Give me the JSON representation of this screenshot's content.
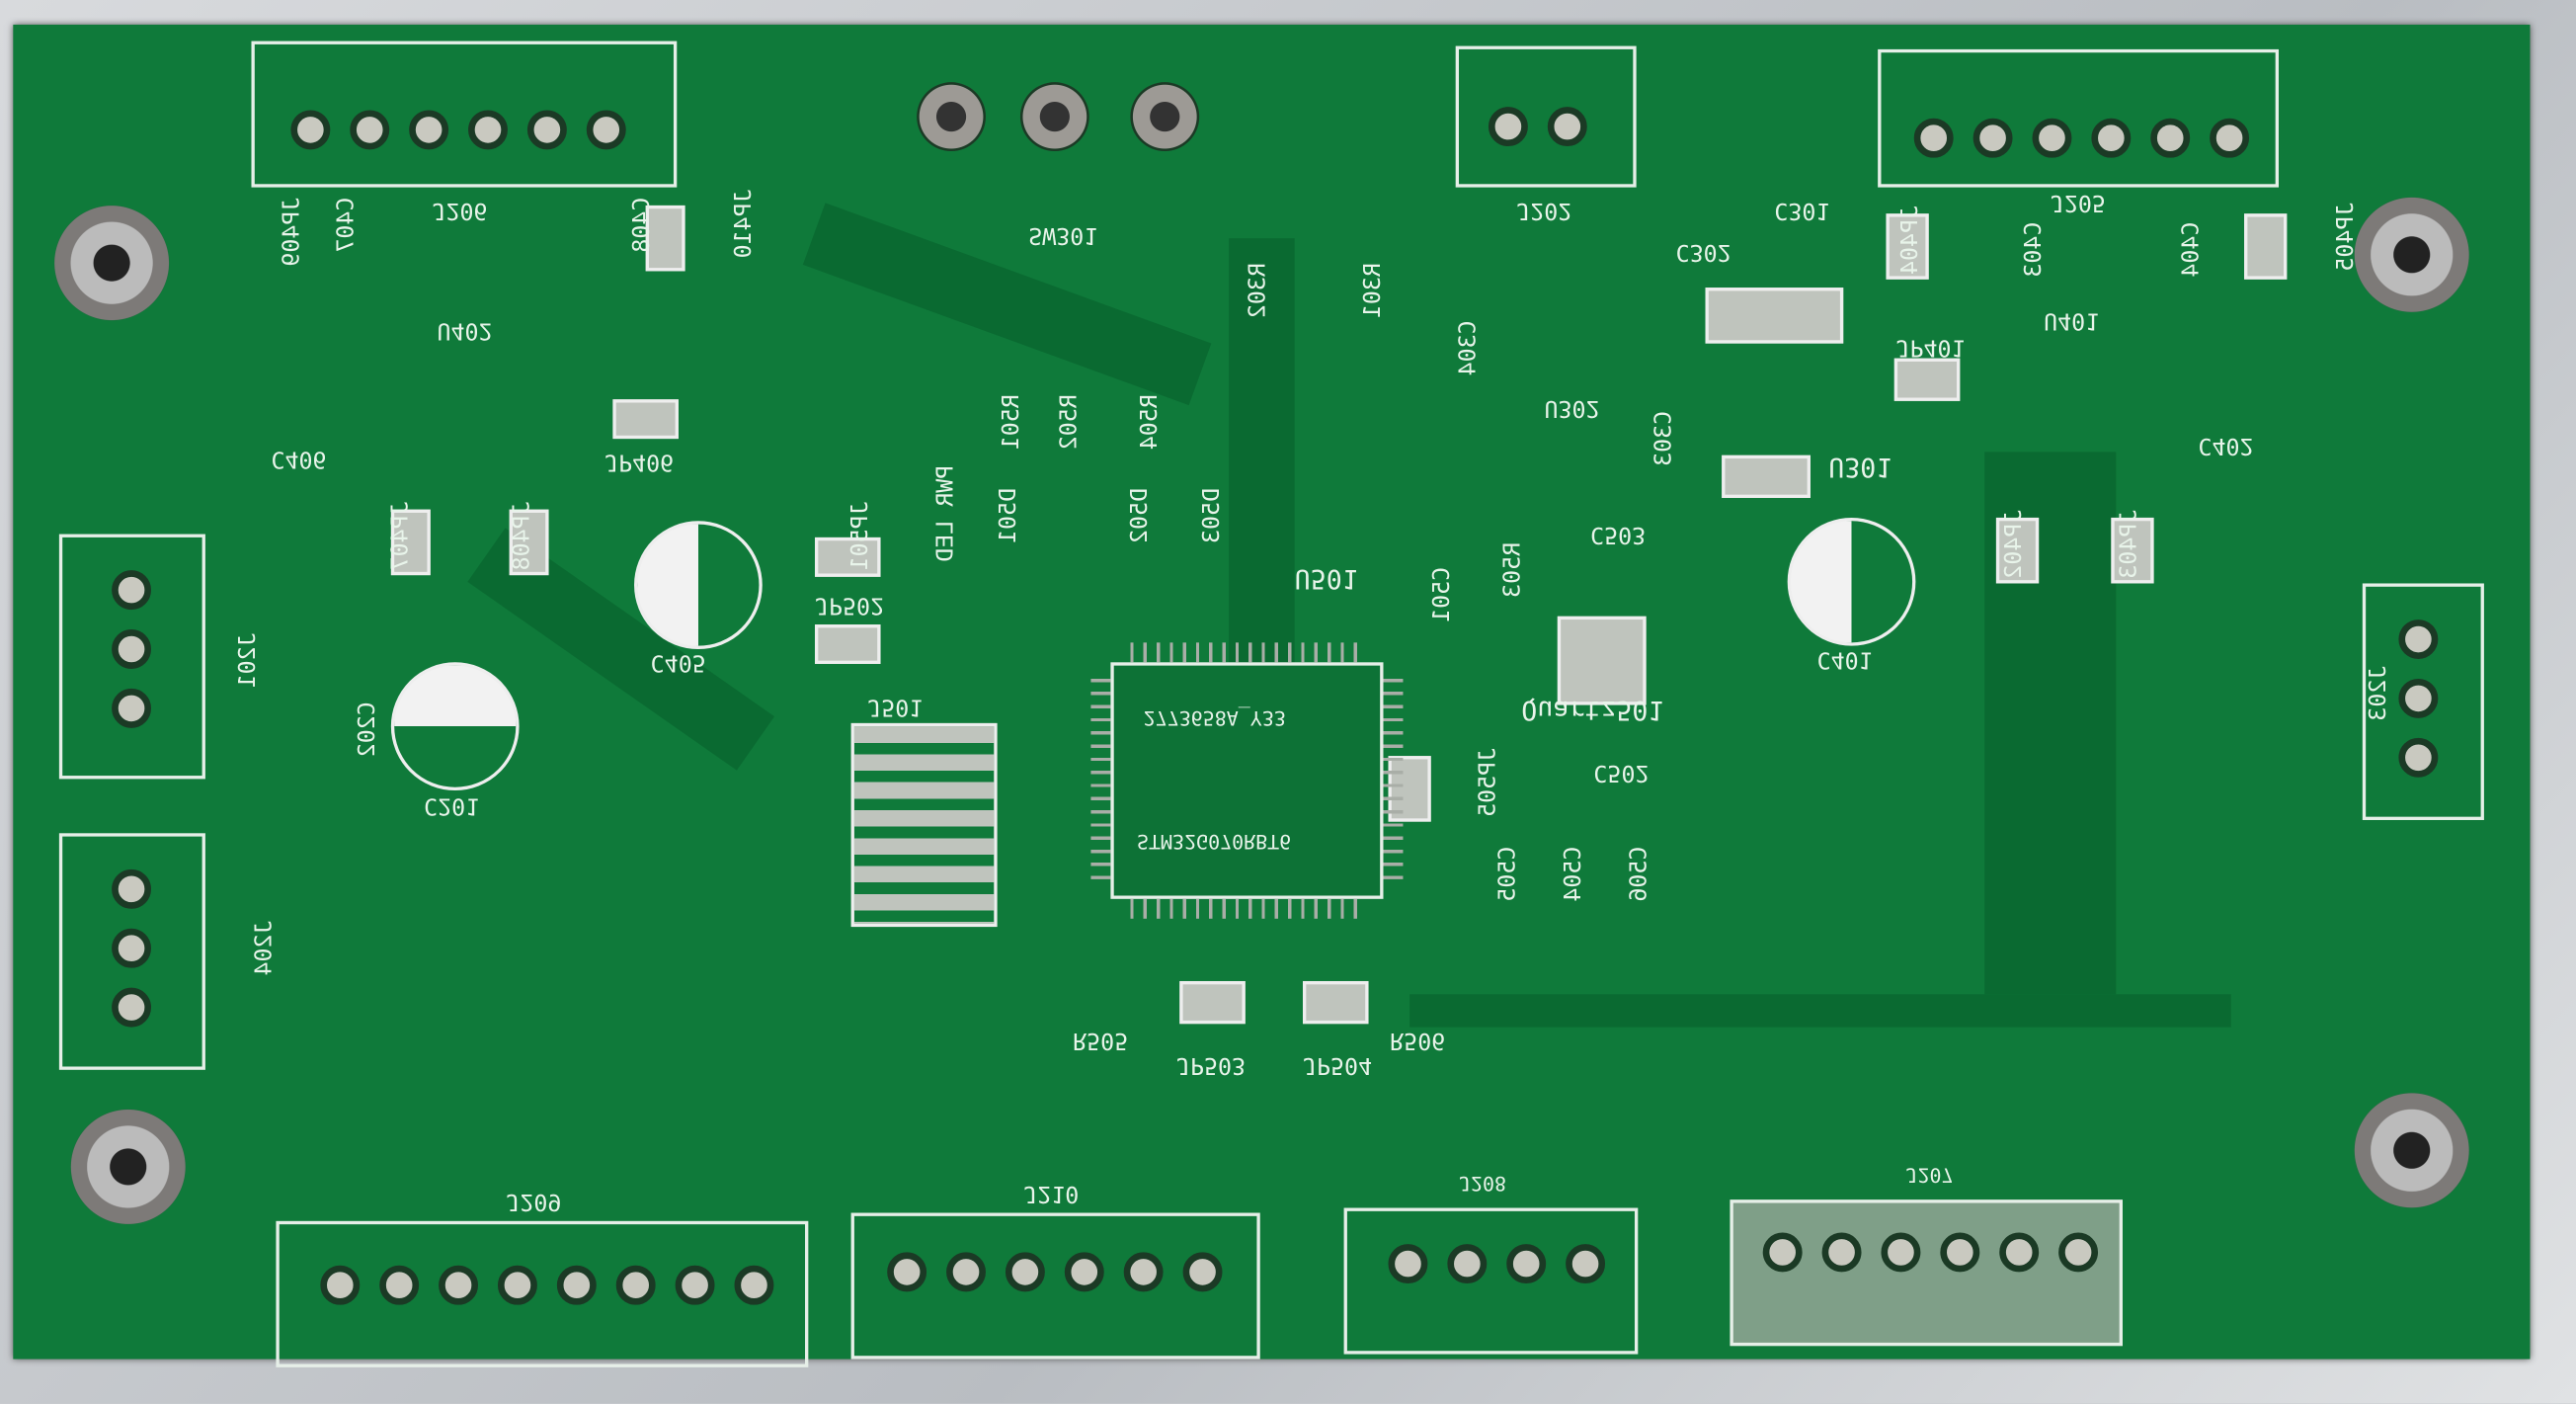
{
  "board": {
    "chip_part": "STM32G070RBT6",
    "chip_code": "2773658A_Y33",
    "pwr_label": "PWR LED",
    "labels": {
      "J206": "J206",
      "C407": "C407",
      "C408": "C408",
      "JP409": "JP409",
      "JP410": "JP410",
      "U402": "U402",
      "C406": "C406",
      "JP406": "JP406",
      "JP407": "JP407",
      "JP408": "JP408",
      "C405": "C405",
      "C201": "C201",
      "C202": "C202",
      "J201": "J201",
      "J204": "J204",
      "SW301": "SW301",
      "J202": "J202",
      "R302": "R302",
      "R301": "R301",
      "R501": "R501",
      "R502": "R502",
      "R504": "R504",
      "D501": "D501",
      "D502": "D502",
      "D503": "D503",
      "JP501": "JP501",
      "JP502": "JP502",
      "J501": "J501",
      "U501": "U501",
      "C501": "C501",
      "R503": "R503",
      "C503": "C503",
      "Quartz501": "Quartz501",
      "C502": "C502",
      "JP505": "JP505",
      "C505": "C505",
      "C504": "C504",
      "C506": "C506",
      "R505": "R505",
      "JP503": "JP503",
      "JP504": "JP504",
      "R506": "R506",
      "C304": "C304",
      "U302": "U302",
      "C303": "C303",
      "C302": "C302",
      "C301": "C301",
      "U301": "U301",
      "C401": "C401",
      "JP404": "JP404",
      "C403": "C403",
      "C404": "C404",
      "JP405": "JP405",
      "J205": "J205",
      "U401": "U401",
      "JP401": "JP401",
      "C402": "C402",
      "JP402": "JP402",
      "JP403": "JP403",
      "J203": "J203",
      "J209": "J209",
      "J210": "J210",
      "J208": "J208",
      "J207": "J207"
    }
  },
  "colors": {
    "solder_mask": "#0f7a3a",
    "silkscreen": "#e8f4ea"
  }
}
